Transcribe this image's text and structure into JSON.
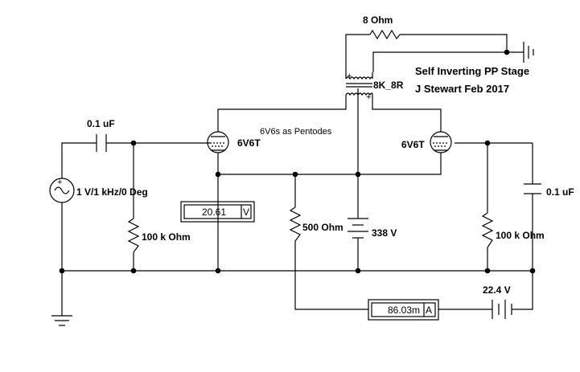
{
  "title": {
    "line1": "Self Inverting PP Stage",
    "line2": "J Stewart Feb 2017"
  },
  "note": "6V6s as Pentodes",
  "components": {
    "load_resistor": "8  Ohm",
    "transformer": "8K_8R",
    "input_cap": "0.1 uF",
    "source": "1 V/1 kHz/0 Deg",
    "grid_resistor_left": "100 k Ohm",
    "tube_left": "6V6T",
    "tube_right": "6V6T",
    "cathode_resistor": "500  Ohm",
    "supply": "338 V",
    "grid_resistor_right": "100 k Ohm",
    "output_cap": "0.1 uF",
    "bias_supply": "22.4 V"
  },
  "meters": {
    "voltmeter_value": "20.61",
    "voltmeter_unit": "V",
    "ammeter_value": "86.03m",
    "ammeter_unit": "A"
  },
  "colors": {
    "wire": "#000000",
    "background": "#ffffff"
  }
}
